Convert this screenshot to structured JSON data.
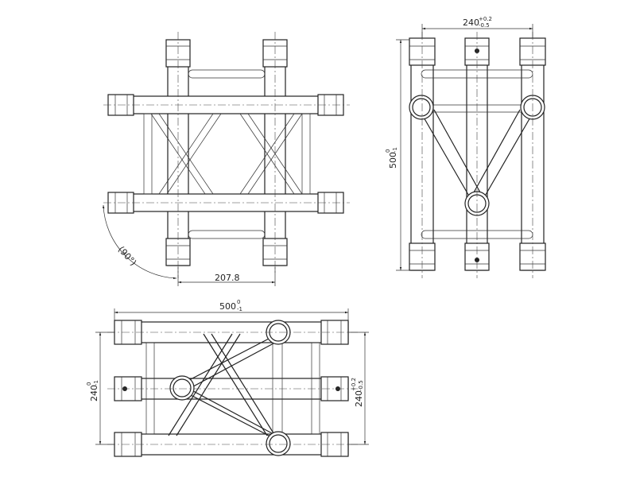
{
  "dimensions": {
    "front_view": {
      "width": "207.8",
      "angle": "(90°)"
    },
    "side_view": {
      "width_base": "240",
      "width_tol_upper": "+0.2",
      "width_tol_lower": "-0.5",
      "height_base": "500",
      "height_tol_upper": "0",
      "height_tol_lower": "-1"
    },
    "top_view": {
      "length_base": "500",
      "length_tol_upper": "0",
      "length_tol_lower": "-1",
      "left_base": "240",
      "left_tol_upper": "0",
      "left_tol_lower": "-1",
      "right_base": "240",
      "right_tol_upper": "+0.2",
      "right_tol_lower": "-0.5"
    }
  }
}
